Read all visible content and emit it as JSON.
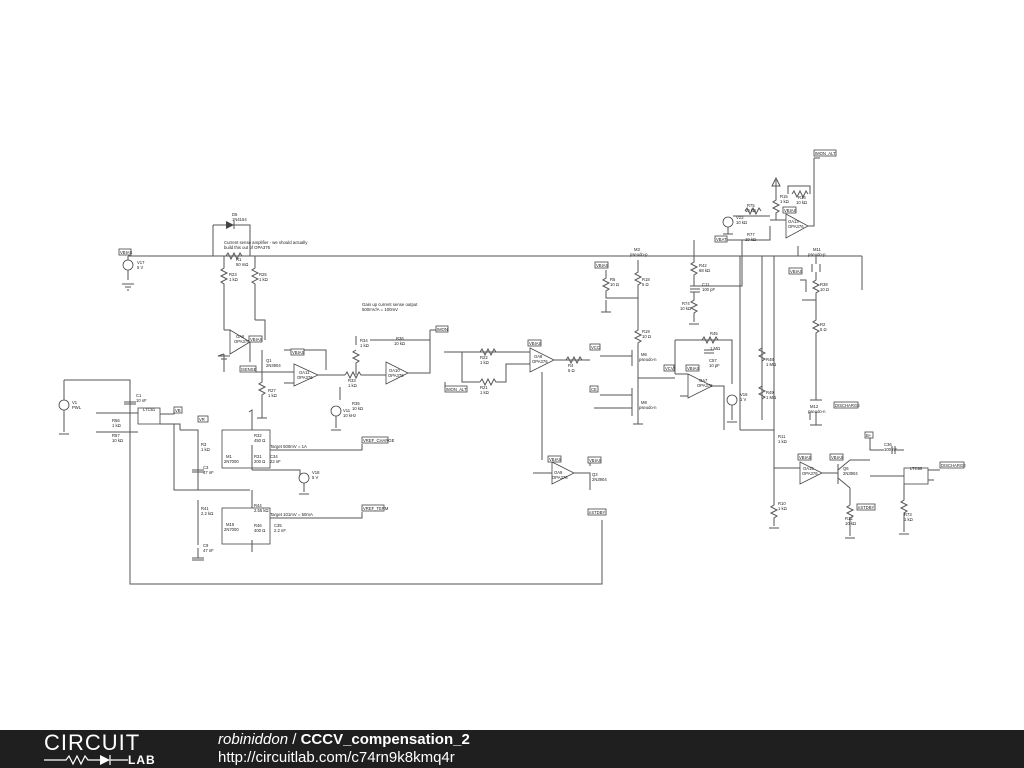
{
  "schematic": {
    "nets": [
      "VBIAS",
      "ISENSE",
      "IMON",
      "IMON_ALT",
      "VO",
      "VCV",
      "VB",
      "VREF",
      "SET",
      "VREF_CHARGE",
      "VREF_TERM",
      "DISCHARGE",
      "nCHARGE",
      "nSTDBY",
      "SET",
      "OUT"
    ],
    "annotations": {
      "current_sense": "Current sense amplifier - we should actually build this out of OPA376",
      "gain_up": "Gain up current sense output 500mV/A = 100mV",
      "target_charge": "Target 500mV = 1A",
      "target_term": "Target 101mV = 50mA"
    },
    "components": [
      {
        "ref": "D5",
        "value": "1N4154"
      },
      {
        "ref": "R1",
        "value": "50 mΩ"
      },
      {
        "ref": "R23",
        "value": "1 kΩ"
      },
      {
        "ref": "R25",
        "value": "1 kΩ"
      },
      {
        "ref": "V17",
        "value": "5 V"
      },
      {
        "ref": "OA6",
        "value": "OPA376"
      },
      {
        "ref": "Q1",
        "value": "2N3904"
      },
      {
        "ref": "R27",
        "value": "1 kΩ"
      },
      {
        "ref": "OA11",
        "value": "OPA376"
      },
      {
        "ref": "R33",
        "value": "1 kΩ"
      },
      {
        "ref": "R34",
        "value": "1 kΩ"
      },
      {
        "ref": "OA10",
        "value": "OPA376"
      },
      {
        "ref": "R36",
        "value": "10 kΩ"
      },
      {
        "ref": "R35",
        "value": "10 kΩ"
      },
      {
        "ref": "V11",
        "value": "10 kHz"
      },
      {
        "ref": "V1",
        "value": "PWL"
      },
      {
        "ref": "C1",
        "value": "10 nF"
      },
      {
        "ref": "LTC6"
      },
      {
        "ref": "R56",
        "value": "1 kΩ"
      },
      {
        "ref": "R57",
        "value": "10 kΩ"
      },
      {
        "ref": "R3",
        "value": "1 kΩ"
      },
      {
        "ref": "C3",
        "value": "47 nF"
      },
      {
        "ref": "R32",
        "value": "450 Ω"
      },
      {
        "ref": "M1",
        "value": "2N7000"
      },
      {
        "ref": "R31",
        "value": "200 Ω"
      },
      {
        "ref": "C34",
        "value": "22 nF"
      },
      {
        "ref": "V18",
        "value": "5 V"
      },
      {
        "ref": "R41",
        "value": "2.2 kΩ"
      },
      {
        "ref": "R44",
        "value": "2.55 kΩ"
      },
      {
        "ref": "M15",
        "value": "2N7000"
      },
      {
        "ref": "R46",
        "value": "400 Ω"
      },
      {
        "ref": "C35",
        "value": "2.2 nF"
      },
      {
        "ref": "C9",
        "value": "47 nF"
      },
      {
        "ref": "R22",
        "value": "1 kΩ"
      },
      {
        "ref": "R21",
        "value": "1 kΩ"
      },
      {
        "ref": "OA8",
        "value": "OPA376"
      },
      {
        "ref": "R4",
        "value": "5 Ω"
      },
      {
        "ref": "OA9",
        "value": "OPA376"
      },
      {
        "ref": "Q3",
        "value": "2N3904"
      },
      {
        "ref": "R5",
        "value": "10 Ω"
      },
      {
        "ref": "R18",
        "value": "5 Ω"
      },
      {
        "ref": "M3",
        "value": "pseudo-p"
      },
      {
        "ref": "M6",
        "value": "pseudo-n"
      },
      {
        "ref": "M8",
        "value": "pseudo-n"
      },
      {
        "ref": "R19",
        "value": "10 Ω"
      },
      {
        "ref": "R42",
        "value": "68 kΩ"
      },
      {
        "ref": "C11",
        "value": "100 pF"
      },
      {
        "ref": "R74",
        "value": "10 kΩ"
      },
      {
        "ref": "R45",
        "value": "1 MΩ"
      },
      {
        "ref": "C57",
        "value": "10 pF"
      },
      {
        "ref": "OA7",
        "value": "OPA376"
      },
      {
        "ref": "V16",
        "value": "1 V"
      },
      {
        "ref": "R48",
        "value": "1 MΩ"
      },
      {
        "ref": "R49",
        "value": "1 MΩ"
      },
      {
        "ref": "V23",
        "value": "10 kΩ"
      },
      {
        "ref": "R75",
        "value": "10 kΩ"
      },
      {
        "ref": "R77",
        "value": "10 kΩ"
      },
      {
        "ref": "OA13",
        "value": "OPA376"
      },
      {
        "ref": "R15",
        "value": "1 kΩ"
      },
      {
        "ref": "R16",
        "value": "10 kΩ"
      },
      {
        "ref": "M11",
        "value": "pseudo-p"
      },
      {
        "ref": "R38",
        "value": "10 Ω"
      },
      {
        "ref": "R2",
        "value": "5 Ω"
      },
      {
        "ref": "M12",
        "value": "pseudo-n"
      },
      {
        "ref": "R11",
        "value": "1 kΩ"
      },
      {
        "ref": "R10",
        "value": "1 kΩ"
      },
      {
        "ref": "OA15",
        "value": "OPA376"
      },
      {
        "ref": "Q6",
        "value": "2N3904"
      },
      {
        "ref": "R12",
        "value": "10 kΩ"
      },
      {
        "ref": "C36",
        "value": "100 nF"
      },
      {
        "ref": "LTC60"
      },
      {
        "ref": "R73",
        "value": "1 kΩ"
      },
      {
        "ref": "OA16",
        "value": "OPA376"
      },
      {
        "ref": "Q8",
        "value": "2N3904"
      }
    ]
  },
  "footer": {
    "logo_top": "CIRCUIT",
    "logo_bottom": "LAB",
    "author": "robiniddon",
    "separator": " / ",
    "title": "CCCV_compensation_2",
    "url": "http://circuitlab.com/c74rn9k8kmq4r"
  },
  "colors": {
    "footer_bg": "#1f1f1f",
    "wire": "#555555",
    "text": "#222222"
  }
}
